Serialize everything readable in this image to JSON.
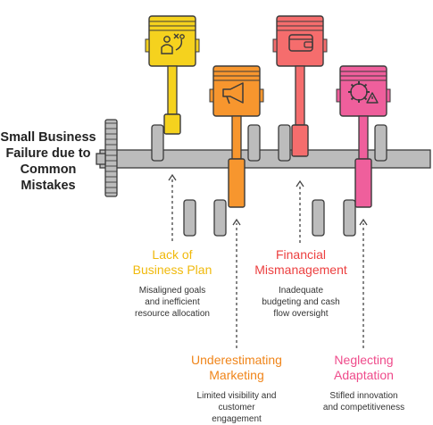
{
  "diagram": {
    "title": "Small Business Failure due to Common Mistakes"
  },
  "causes": [
    {
      "title": "Lack of Business Plan",
      "title_lines": [
        "Lack of",
        "Business Plan"
      ],
      "description": "Misaligned goals and inefficient resource allocation",
      "desc_lines": [
        "Misaligned goals",
        "and inefficient",
        "resource allocation"
      ],
      "color": "#f5d21e",
      "title_color": "#f0b90b",
      "icon": "user-strategy-icon"
    },
    {
      "title": "Underestimating Marketing",
      "title_lines": [
        "Underestimating",
        "Marketing"
      ],
      "description": "Limited visibility and customer engagement",
      "desc_lines": [
        "Limited visibility and",
        "customer",
        "engagement"
      ],
      "color": "#f7962e",
      "title_color": "#f0851a",
      "icon": "megaphone-icon"
    },
    {
      "title": "Financial Mismanagement",
      "title_lines": [
        "Financial",
        "Mismanagement"
      ],
      "description": "Inadequate budgeting and cash flow oversight",
      "desc_lines": [
        "Inadequate",
        "budgeting and cash",
        "flow oversight"
      ],
      "color": "#f56d6d",
      "title_color": "#ec3f3f",
      "icon": "wallet-icon"
    },
    {
      "title": "Neglecting Adaptation",
      "title_lines": [
        "Neglecting",
        "Adaptation"
      ],
      "description": "Stifled innovation and competitiveness",
      "desc_lines": [
        "Stifled innovation",
        "and competitiveness"
      ],
      "color": "#ef5f9c",
      "title_color": "#ef4b8b",
      "icon": "gear-warning-icon"
    }
  ],
  "colors": {
    "shaft": "#bcbcbc",
    "outline": "#3a3a3a",
    "text": "#333333"
  }
}
